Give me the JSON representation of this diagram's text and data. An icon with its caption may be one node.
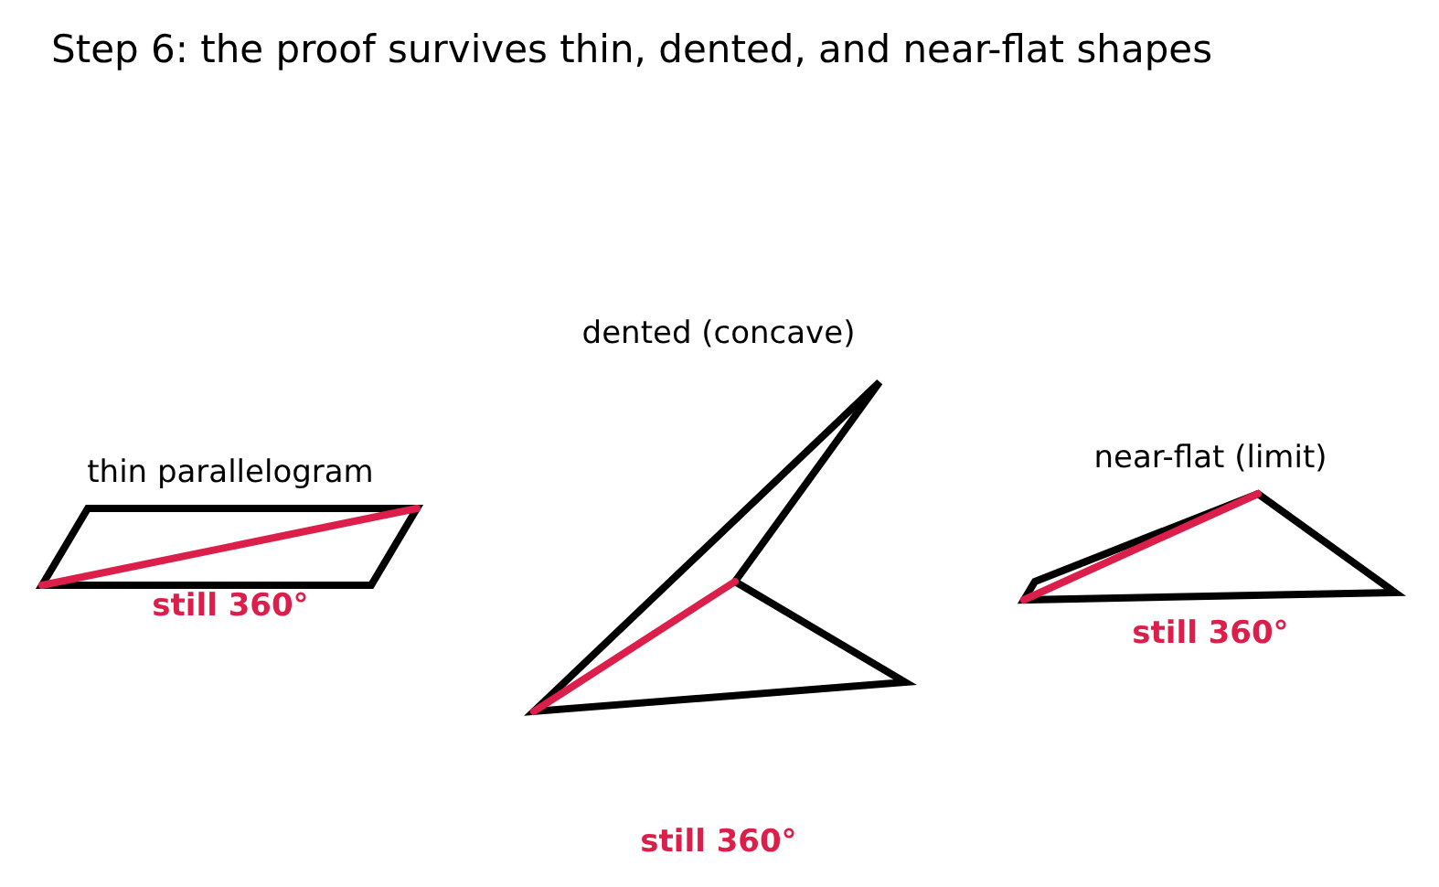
{
  "diagram": {
    "title": "Step 6: the proof survives thin, dented, and near-flat shapes",
    "nodes": [
      {
        "text": [
          "thin parallelogram"
        ],
        "beside": [
          "still 360°"
        ]
      },
      {
        "text": [
          "dented (concave)"
        ],
        "beside": [
          "still 360°"
        ]
      },
      {
        "text": [
          "near-flat (limit)"
        ],
        "beside": [
          "still 360°"
        ]
      }
    ]
  }
}
